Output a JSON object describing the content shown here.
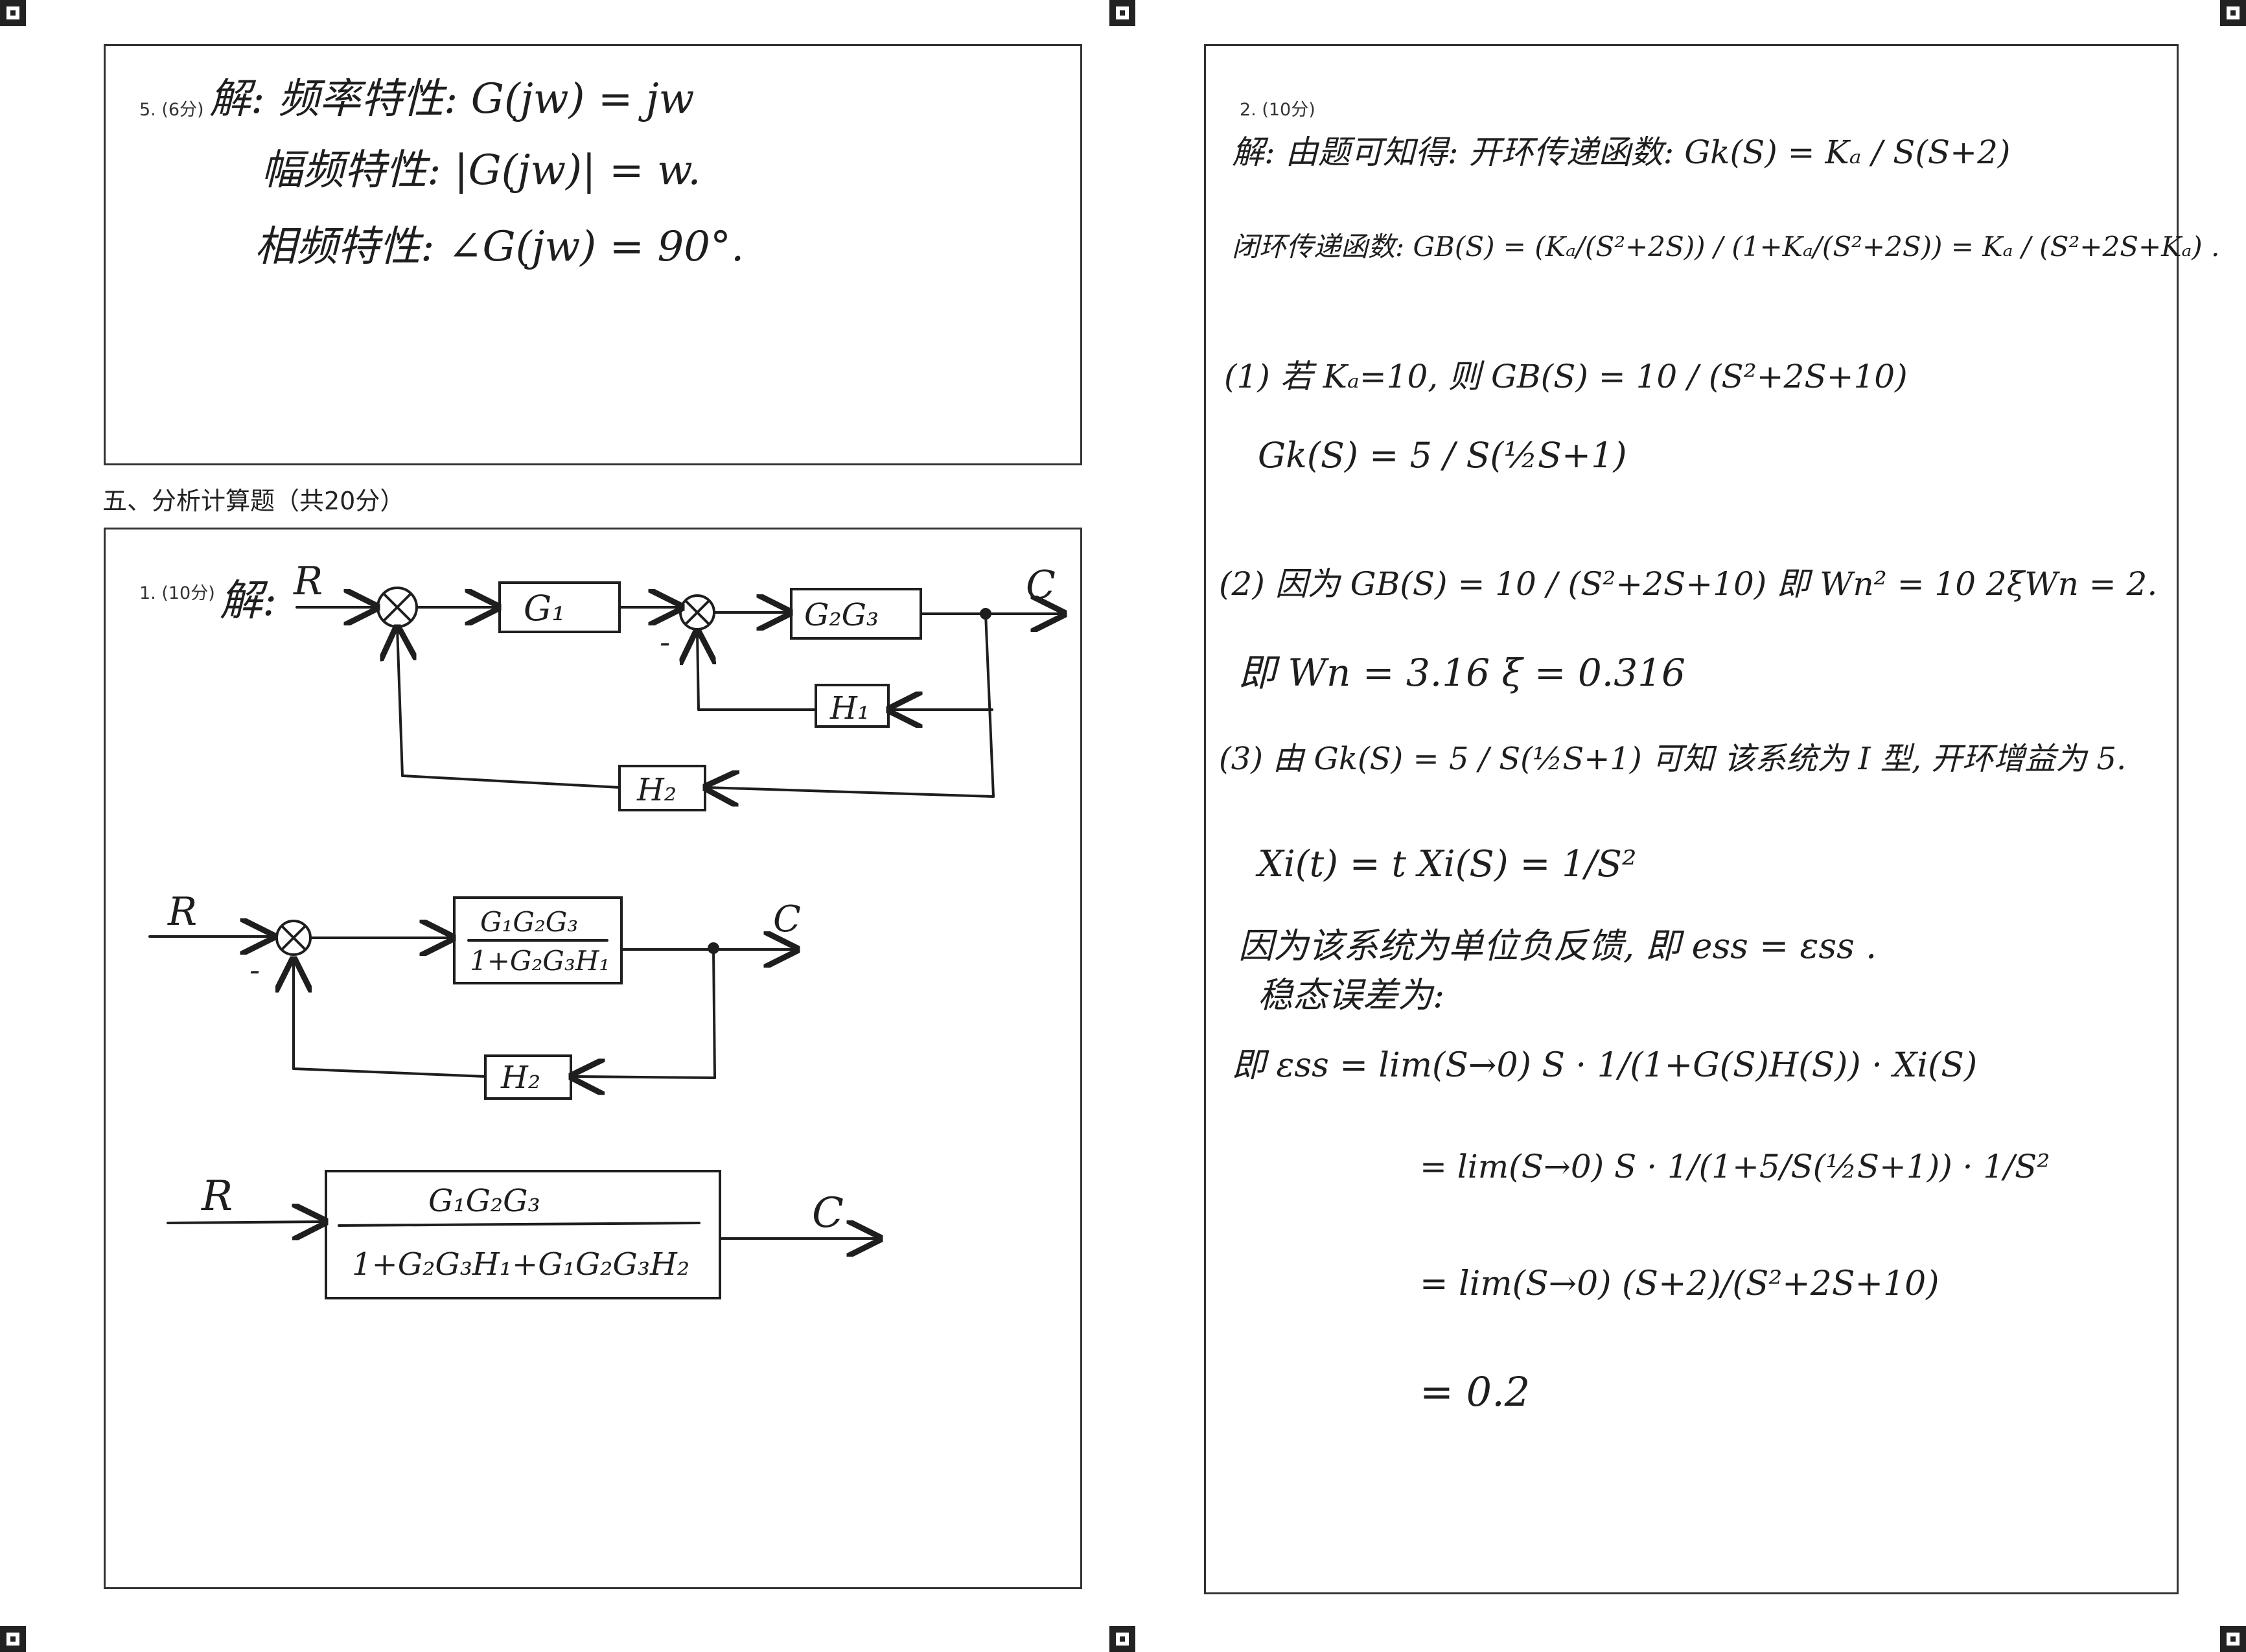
{
  "left_page": {
    "q5": {
      "label": "5. (6分)",
      "line1": "解: 频率特性: G(jw) = jw",
      "line2": "幅频特性: |G(jw)| = w.",
      "line3": "相频特性: ∠G(jw) = 90°."
    },
    "section_title": "五、分析计算题（共20分）",
    "q1": {
      "label": "1. (10分)",
      "solve": "解:",
      "d1": {
        "input": "R",
        "output": "C",
        "g1": "G₁",
        "g2g3": "G₂G₃",
        "h1": "H₁",
        "h2": "H₂",
        "minus": "-"
      },
      "d2": {
        "input": "R",
        "output": "C",
        "num": "G₁G₂G₃",
        "den": "1+G₂G₃H₁",
        "h2": "H₂",
        "minus": "-"
      },
      "d3": {
        "input": "R",
        "output": "C",
        "num": "G₁G₂G₃",
        "den": "1+G₂G₃H₁+G₁G₂G₃H₂"
      }
    }
  },
  "right_page": {
    "q2": {
      "label": "2. (10分)",
      "l1": "解: 由题可知得: 开环传递函数: Gk(S) = Kₐ / S(S+2)",
      "l2": "闭环传递函数: GB(S) = (Kₐ/(S²+2S)) / (1+Kₐ/(S²+2S)) = Kₐ / (S²+2S+Kₐ) .",
      "l3": "(1) 若 Kₐ=10, 则 GB(S) = 10 / (S²+2S+10)",
      "l4": "Gk(S) = 5 / S(½S+1)",
      "l5": "(2) 因为 GB(S) = 10 / (S²+2S+10)   即 Wn² = 10   2ξWn = 2.",
      "l6": "即 Wn = 3.16   ξ = 0.316",
      "l7": "(3) 由 Gk(S) = 5 / S(½S+1)  可知 该系统为 I 型, 开环增益为 5.",
      "l8": "Xi(t) = t     Xi(S) = 1/S²",
      "l9": "因为该系统为单位负反馈, 即 ess = εss .",
      "l10": "稳态误差为:",
      "l11": "即 εss = lim(S→0) S · 1/(1+G(S)H(S)) · Xi(S)",
      "l12": "= lim(S→0) S · 1/(1+5/S(½S+1)) · 1/S²",
      "l13": "= lim(S→0) (S+2)/(S²+2S+10)",
      "l14": "= 0.2"
    }
  }
}
